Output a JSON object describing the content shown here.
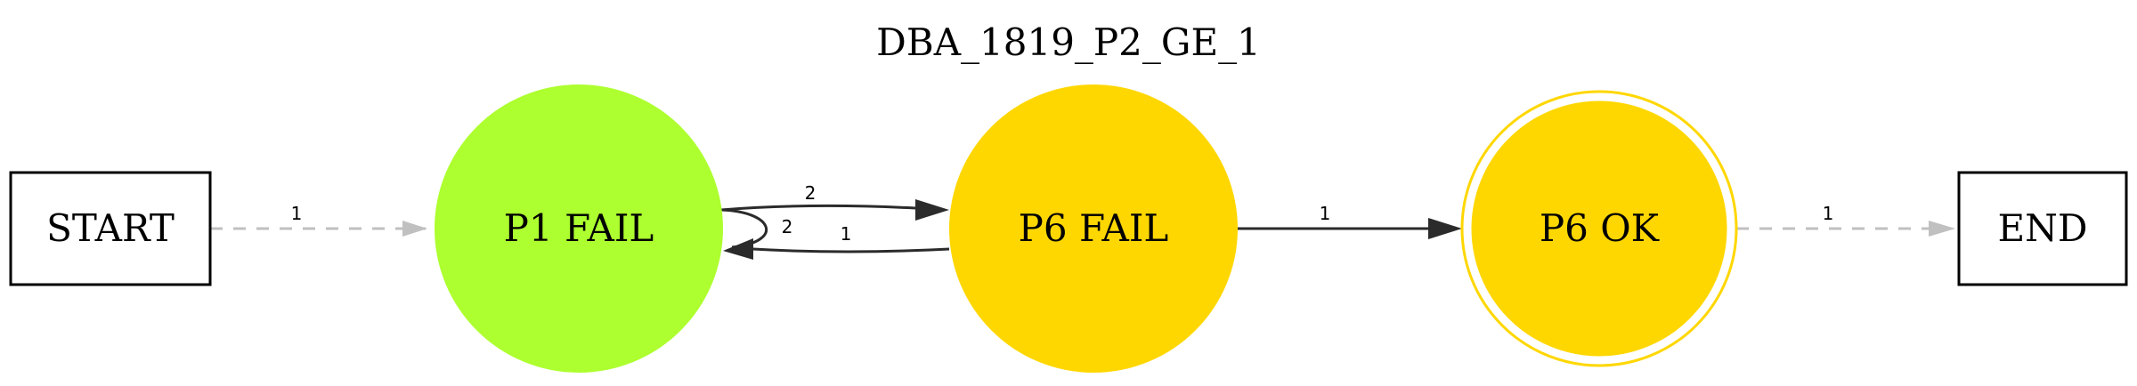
{
  "diagram": {
    "title": "DBA_1819_P2_GE_1",
    "nodes": {
      "start": {
        "label": "START",
        "shape": "box"
      },
      "p1_fail": {
        "label": "P1 FAIL",
        "shape": "circle",
        "fill": "#adff2f"
      },
      "p6_fail": {
        "label": "P6 FAIL",
        "shape": "circle",
        "fill": "#ffd700"
      },
      "p6_ok": {
        "label": "P6 OK",
        "shape": "doublecircle",
        "fill": "#ffd700"
      },
      "end": {
        "label": "END",
        "shape": "box"
      }
    },
    "edges": {
      "start_p1": {
        "label": "1",
        "style": "dashed",
        "color": "#c0c0c0"
      },
      "p1_self": {
        "label": "2",
        "style": "solid",
        "color": "#2b2b2b"
      },
      "p1_p6fail": {
        "label": "2",
        "style": "solid",
        "color": "#2b2b2b"
      },
      "p6fail_p1": {
        "label": "1",
        "style": "solid",
        "color": "#2b2b2b"
      },
      "p6fail_p6ok": {
        "label": "1",
        "style": "solid",
        "color": "#2b2b2b"
      },
      "p6ok_end": {
        "label": "1",
        "style": "dashed",
        "color": "#c0c0c0"
      }
    }
  }
}
